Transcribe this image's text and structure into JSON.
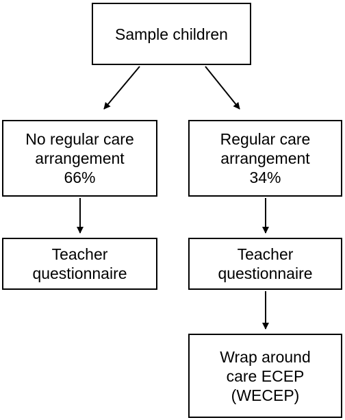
{
  "diagram": {
    "nodes": {
      "root": {
        "label": "Sample children"
      },
      "no_care": {
        "label": "No regular care\narrangement\n66%"
      },
      "care": {
        "label": "Regular care\narrangement\n34%"
      },
      "teacher_left": {
        "label": "Teacher\nquestionnaire"
      },
      "teacher_right": {
        "label": "Teacher\nquestionnaire"
      },
      "wrap": {
        "label": "Wrap around\ncare ECEP\n(WECEP)"
      }
    },
    "edges": [
      {
        "from": "root",
        "to": "no_care"
      },
      {
        "from": "root",
        "to": "care"
      },
      {
        "from": "no_care",
        "to": "teacher_left"
      },
      {
        "from": "care",
        "to": "teacher_right"
      },
      {
        "from": "teacher_right",
        "to": "wrap"
      }
    ],
    "colors": {
      "stroke": "#000000",
      "fill": "#ffffff",
      "text": "#000000"
    }
  }
}
